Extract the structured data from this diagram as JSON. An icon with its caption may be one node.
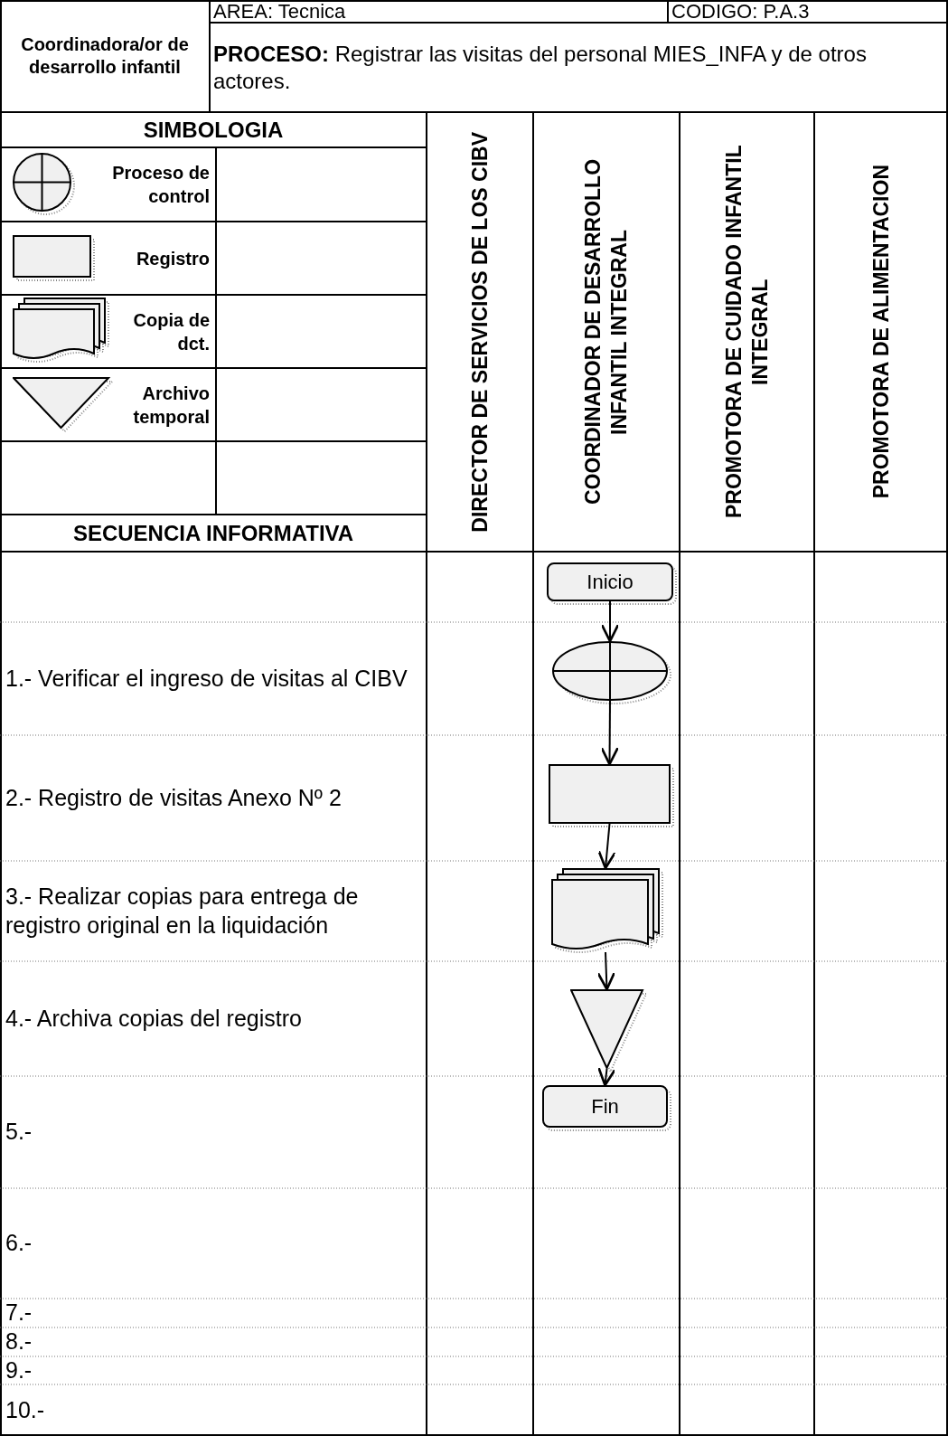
{
  "diagram": {
    "nodes": [
      {
        "text": [
          "Inicio"
        ]
      },
      {
        "text": [],
        "shape": "circle"
      },
      {
        "text": [],
        "shape": "box"
      },
      {
        "text": [],
        "shape": "document"
      },
      {
        "text": [],
        "shape": "triangle"
      },
      {
        "text": [
          "Fin"
        ]
      }
    ],
    "edges": [
      {
        "from": 0,
        "to": 1,
        "arrow": "to"
      },
      {
        "from": 1,
        "to": 2,
        "arrow": "to"
      },
      {
        "from": 2,
        "to": 3,
        "arrow": "to"
      },
      {
        "from": 3,
        "to": 4,
        "arrow": "to"
      },
      {
        "from": 4,
        "to": 5,
        "arrow": "to"
      }
    ],
    "labels": [
      "Coordinadora/or de desarrollo infantil",
      "AREA: Tecnica",
      "CODIGO: P.A.3",
      "**PROCESO:** Registrar las visitas del personal MIES_INFA y de otros actores.",
      "SIMBOLOGIA",
      "DIRECTOR DE SERVICIOS DE LOS CIBV",
      "COORDINADOR DE DESARROLLO INFANTIL INTEGRAL",
      "PROMOTORA DE CUIDADO INFANTIL INTEGRAL",
      "PROMOTORA DE ALIMENTACION",
      "SECUENCIA INFORMATIVA",
      "1.- Verificar el ingreso de visitas al CIBV",
      "2.- Registro de visitas Anexo Nº 2",
      "3.- Realizar copias para entrega de registro original en la liquidación",
      "4.- Archiva copias del registro",
      "5.-",
      "6.-",
      "7.-",
      "8.-",
      "9.-",
      "10.-"
    ],
    "legend": [
      {
        "text": "Proceso de control"
      },
      {
        "text": "Registro"
      },
      {
        "text": "Copia de dct."
      },
      {
        "text": "Archivo temporal"
      }
    ]
  }
}
